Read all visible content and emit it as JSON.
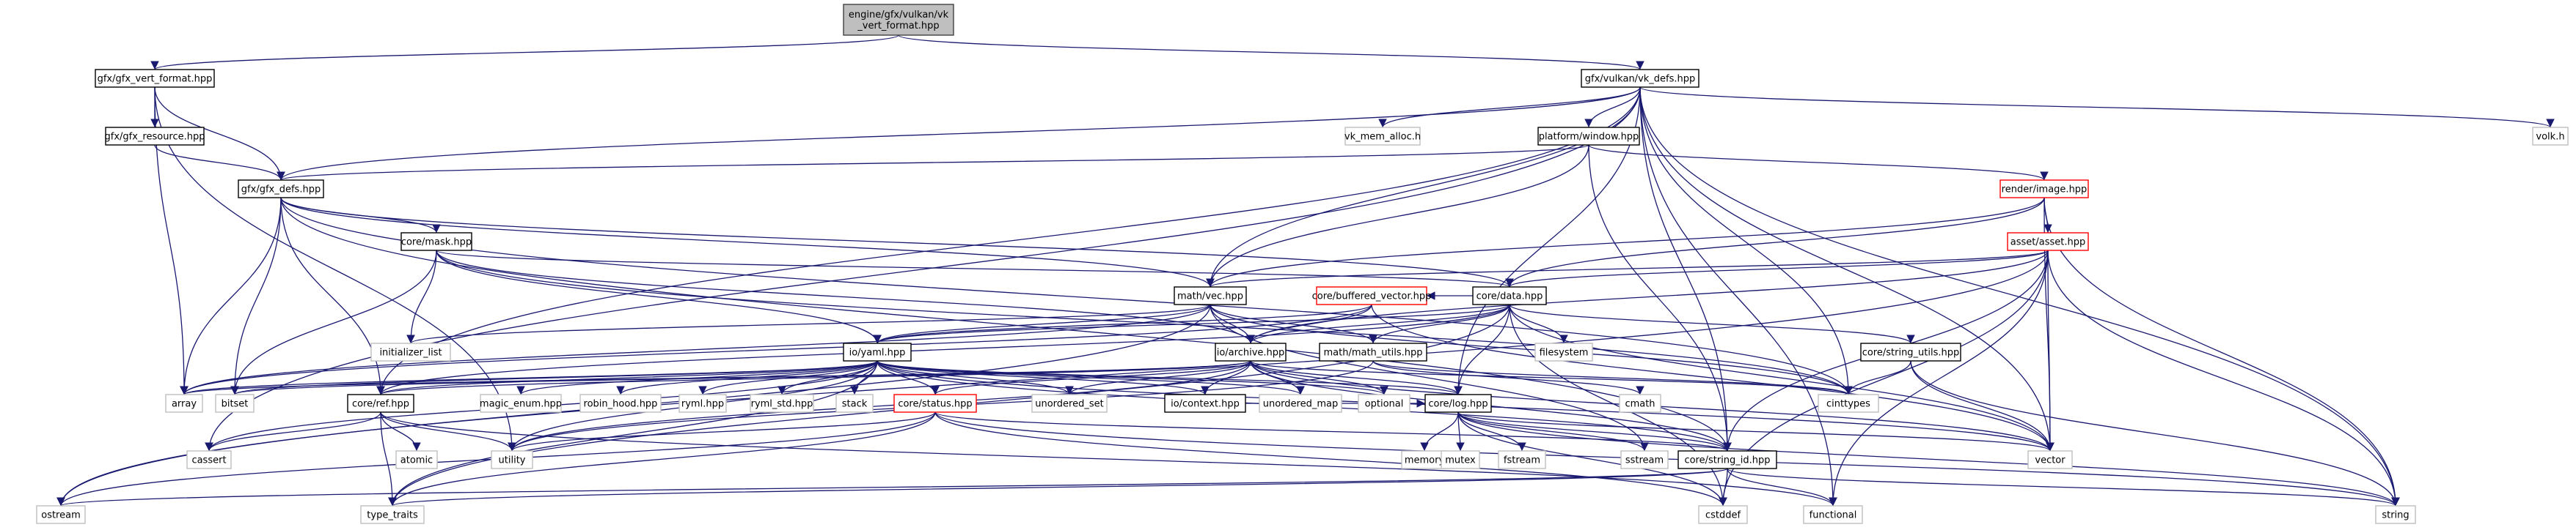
{
  "colors": {
    "root_fill": "#bfbfbf",
    "root_stroke": "#404040",
    "documented_fill": "#ffffff",
    "documented_stroke": "#000000",
    "system_stroke": "#bfbfbf",
    "truncated_stroke": "#ff0000",
    "edge": "#191970"
  },
  "nodes": {
    "root": [
      "engine/gfx/vulkan/vk",
      "_vert_format.hpp"
    ],
    "gfx_vert_format": "gfx/gfx_vert_format.hpp",
    "vk_defs": "gfx/vulkan/vk_defs.hpp",
    "gfx_resource": "gfx/gfx_resource.hpp",
    "vk_mem_alloc": "vk_mem_alloc.h",
    "window": "platform/window.hpp",
    "volk": "volk.h",
    "gfx_defs": "gfx/gfx_defs.hpp",
    "image": "render/image.hpp",
    "mask": "core/mask.hpp",
    "asset": "asset/asset.hpp",
    "vec": "math/vec.hpp",
    "buffered_vector": "core/buffered_vector.hpp",
    "data": "core/data.hpp",
    "initializer_list": "initializer_list",
    "filesystem": "filesystem",
    "string_utils": "core/string_utils.hpp",
    "yaml": "io/yaml.hpp",
    "archive": "io/archive.hpp",
    "math_utils": "math/math_utils.hpp",
    "array": "array",
    "bitset": "bitset",
    "ref": "core/ref.hpp",
    "magic_enum": "magic_enum.hpp",
    "robin_hood": "robin_hood.hpp",
    "ryml": "ryml.hpp",
    "ryml_std": "ryml_std.hpp",
    "stack": "stack",
    "status": "core/status.hpp",
    "unordered_set": "unordered_set",
    "context": "io/context.hpp",
    "unordered_map": "unordered_map",
    "optional": "optional",
    "log": "core/log.hpp",
    "cmath": "cmath",
    "cinttypes": "cinttypes",
    "cassert": "cassert",
    "atomic": "atomic",
    "utility": "utility",
    "memory": "memory",
    "mutex": "mutex",
    "fstream": "fstream",
    "sstream": "sstream",
    "string_id": "core/string_id.hpp",
    "vector": "vector",
    "ostream": "ostream",
    "type_traits": "type_traits",
    "cstddef": "cstddef",
    "functional": "functional",
    "string": "string"
  }
}
